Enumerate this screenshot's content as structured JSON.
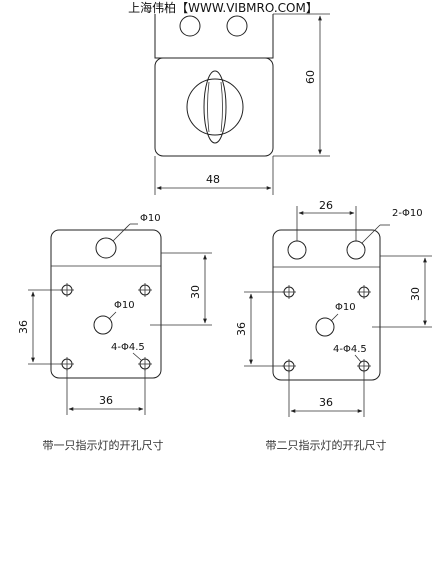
{
  "header": {
    "text": "上海伟柏【WWW.VIBMRO.COM】"
  },
  "top_view": {
    "dim_height": "60",
    "dim_width": "48"
  },
  "layout_one_lamp": {
    "label_lamp_hole": "Φ10",
    "label_center_hole": "Φ10",
    "label_mount_holes": "4-Φ4.5",
    "dim_left": "36",
    "dim_right": "30",
    "dim_bottom": "36",
    "caption": "带一只指示灯的开孔尺寸"
  },
  "layout_two_lamps": {
    "dim_lamp_spacing": "26",
    "label_lamp_holes": "2-Φ10",
    "label_center_hole": "Φ10",
    "label_mount_holes": "4-Φ4.5",
    "dim_left": "36",
    "dim_right": "30",
    "dim_bottom": "36",
    "caption": "带二只指示灯的开孔尺寸"
  }
}
